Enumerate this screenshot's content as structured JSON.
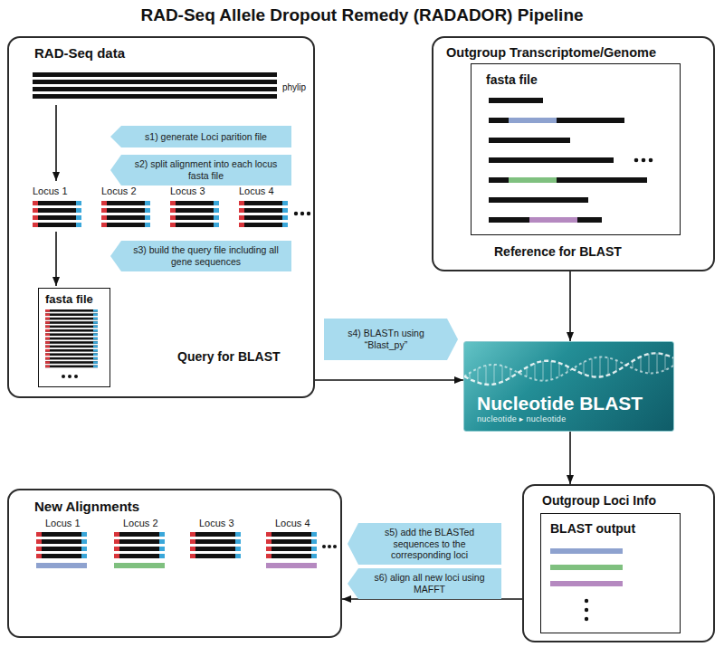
{
  "diagram": {
    "title": "RAD-Seq Allele Dropout Remedy (RADADOR) Pipeline",
    "nodes": [
      {
        "text": [
          "RAD-Seq data"
        ]
      },
      {
        "text": [
          "s1) generate Loci parition file"
        ],
        "in": 0
      },
      {
        "text": [
          "s2) split alignment into each locus fasta file"
        ],
        "in": 0
      },
      {
        "text": [
          "s3) build the query file including all gene sequences"
        ],
        "in": 0
      },
      {
        "text": [
          "fasta file"
        ],
        "in": 0
      },
      {
        "text": [
          "Outgroup Transcriptome/Genome"
        ]
      },
      {
        "text": [
          "fasta file"
        ],
        "in": 5
      },
      {
        "text": [
          "s4) BLASTn using “Blast_py”"
        ]
      },
      {
        "text": [
          "Nucleotide BLAST",
          "nucleotide ▸ nucleotide"
        ]
      },
      {
        "text": [
          "Outgroup Loci Info"
        ]
      },
      {
        "text": [
          "BLAST output"
        ],
        "in": 9
      },
      {
        "text": [
          "New Alignments"
        ]
      },
      {
        "text": [
          "s5) add the BLASTed sequences to the corresponding loci"
        ]
      },
      {
        "text": [
          "s6) align all new loci using MAFFT"
        ]
      }
    ],
    "edges": [
      {
        "from": 0,
        "to": 8,
        "arrow": "to"
      },
      {
        "from": 5,
        "to": 8,
        "arrow": "to"
      },
      {
        "from": 8,
        "to": 9,
        "arrow": "to"
      },
      {
        "from": 9,
        "to": 11,
        "arrow": "to"
      }
    ],
    "labels": [
      "phylip",
      "Locus 1",
      "Locus 2",
      "Locus 3",
      "Locus 4",
      "Query for BLAST",
      "Reference for BLAST",
      "Locus 1",
      "Locus 2",
      "Locus 3",
      "Locus 4"
    ]
  }
}
